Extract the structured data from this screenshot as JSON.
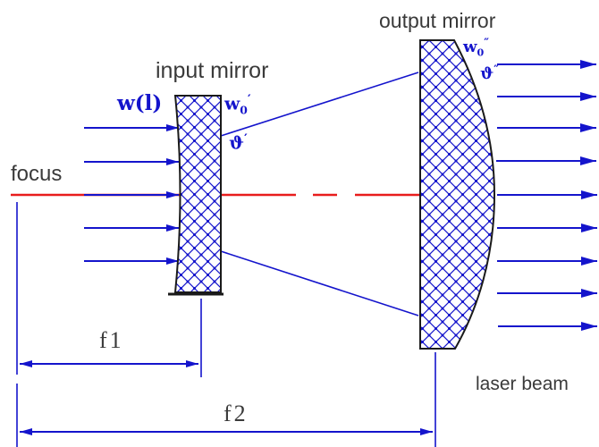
{
  "diagram": {
    "text_labels": {
      "focus": "focus",
      "input_mirror": "input mirror",
      "output_mirror": "output mirror",
      "laser_beam": "laser beam",
      "f1": "f1",
      "f2": "f2"
    },
    "beam_labels": {
      "w_l": "w(l)",
      "w0_in": {
        "base": "w",
        "sub": "0",
        "primes": "′"
      },
      "theta_in": {
        "base": "ϑ",
        "primes": "′"
      },
      "w0_out": {
        "base": "w",
        "sub": "0",
        "primes": "″"
      },
      "theta_out": {
        "base": "ϑ",
        "primes": "″"
      }
    },
    "colors": {
      "beam": "#1414cc",
      "axis": "#e81c1c",
      "text": "#3a3a3a",
      "outline": "#1a1a1a"
    }
  }
}
